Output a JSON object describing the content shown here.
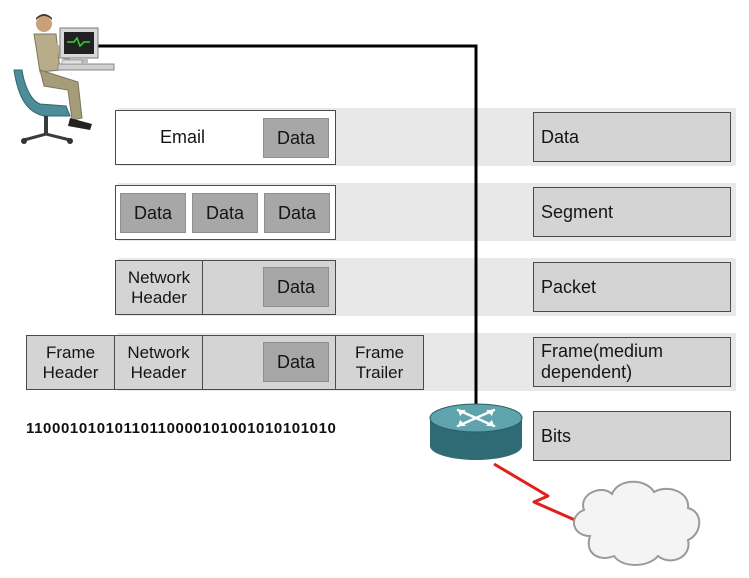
{
  "rows": {
    "data_row": {
      "email": "Email",
      "data": "Data"
    },
    "segment_row": {
      "data_1": "Data",
      "data_2": "Data",
      "data_3": "Data"
    },
    "packet_row": {
      "network_header": "Network Header",
      "data": "Data"
    },
    "frame_row": {
      "frame_header": "Frame Header",
      "network_header": "Network Header",
      "data": "Data",
      "frame_trailer": "Frame Trailer"
    }
  },
  "bitstream": "11000101010110110000101001010101010",
  "layer_labels": [
    "Data",
    "Segment",
    "Packet",
    "Frame(medium dependent)",
    "Bits"
  ],
  "colors": {
    "band": "#e8e8e8",
    "data_block": "#a7a7a7",
    "header_block": "#d4d4d4",
    "cable": "#000000",
    "serial_link": "#e0201b",
    "router": "#3d7f8a"
  },
  "icons": [
    "user-at-computer-icon",
    "router-icon",
    "cloud-icon",
    "serial-link-icon"
  ]
}
